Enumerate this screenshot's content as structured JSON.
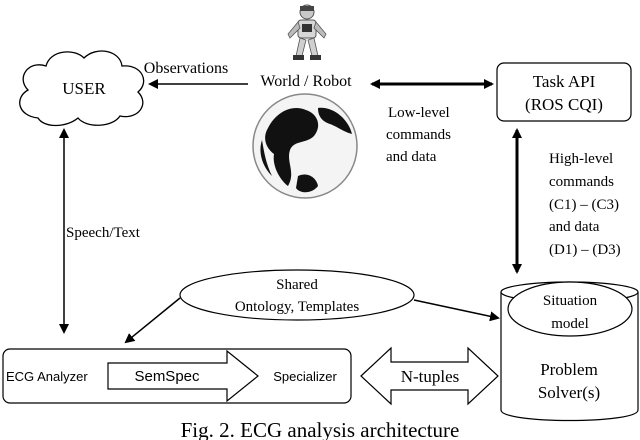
{
  "nodes": {
    "user": "USER",
    "world_robot": "World / Robot",
    "task_api_line1": "Task API",
    "task_api_line2": "(ROS CQI)",
    "shared_line1": "Shared",
    "shared_line2": "Ontology, Templates",
    "situation_line1": "Situation",
    "situation_line2": "model",
    "problem_line1": "Problem",
    "problem_line2": "Solver(s)",
    "ecg_analyzer": "ECG Analyzer",
    "semspec": "SemSpec",
    "specializer": "Specializer",
    "ntuples": "N-tuples"
  },
  "edges": {
    "observations": "Observations",
    "speech_text": "Speech/Text",
    "low_level_1": "Low-level",
    "low_level_2": "commands",
    "low_level_3": "and data",
    "high_level_1": "High-level",
    "high_level_2": "commands",
    "high_level_3": "(C1) – (C3)",
    "high_level_4": "and data",
    "high_level_5": "(D1) – (D3)"
  },
  "caption": "Fig. 2. ECG analysis architecture",
  "icons": [
    "robot-icon",
    "globe-icon",
    "cloud-shape"
  ]
}
